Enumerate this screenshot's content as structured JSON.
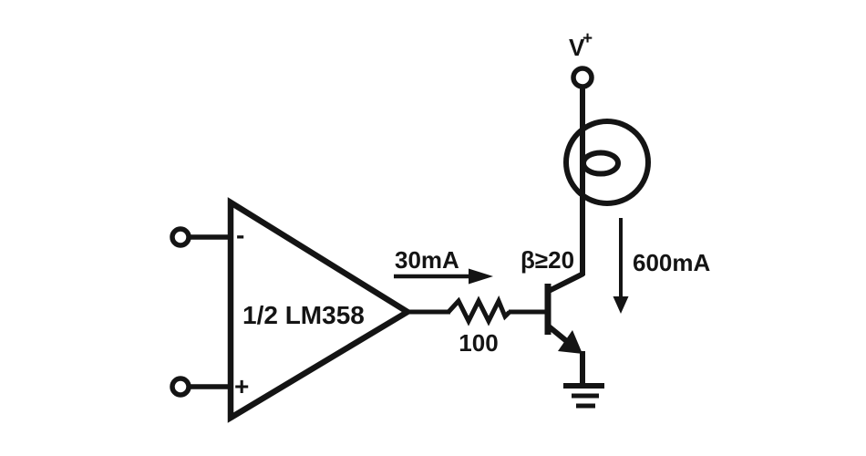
{
  "diagram": {
    "type": "circuit-schematic",
    "description_visible_text_only": true,
    "colors": {
      "background": "#ffffff",
      "ink": "#141414"
    },
    "power_terminal": {
      "label": "V",
      "superscript": "+"
    },
    "opamp": {
      "name": "1/2 LM358",
      "inverting_input_label": "-",
      "noninverting_input_label": "+"
    },
    "base_current": {
      "label": "30mA"
    },
    "resistor": {
      "value": "100"
    },
    "transistor": {
      "gain_label": "β≥20"
    },
    "load_current": {
      "label": "600mA"
    }
  }
}
